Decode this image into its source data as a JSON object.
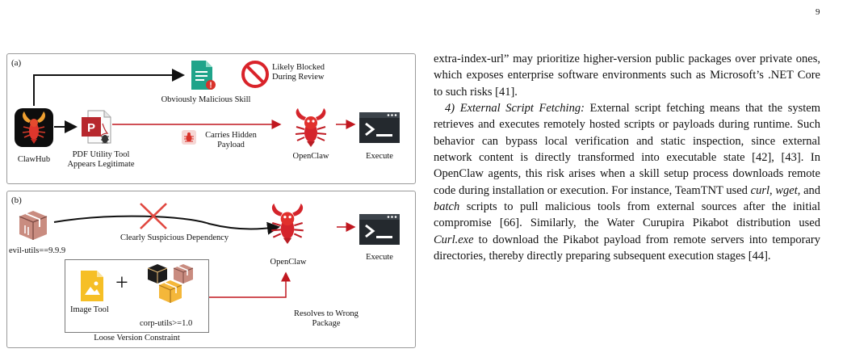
{
  "page": {
    "number": "9"
  },
  "figure": {
    "panel_a": {
      "tag": "(a)",
      "clawhub_label": "ClawHub",
      "pdf_tool_label_1": "PDF Utility Tool",
      "pdf_tool_label_2": "Appears Legitimate",
      "malicious_label": "Obviously Malicious Skill",
      "blocked_label_1": "Likely Blocked",
      "blocked_label_2": "During Review",
      "hidden_payload_label_1": "Carries Hidden",
      "hidden_payload_label_2": "Payload",
      "openclaw_label": "OpenClaw",
      "execute_label": "Execute"
    },
    "panel_b": {
      "tag": "(b)",
      "evil_utils_label": "evil-utils==9.9.9",
      "suspicious_label": "Clearly Suspicious Dependency",
      "openclaw_label": "OpenClaw",
      "execute_label": "Execute",
      "image_tool_label": "Image Tool",
      "plus_sign": "+",
      "corp_utils_label": "corp-utils>=1.0",
      "loose_label": "Loose Version Constraint",
      "resolves_label_1": "Resolves to Wrong",
      "resolves_label_2": "Package"
    },
    "colors": {
      "accent_red": "#c0171f",
      "dark_bg": "#24292e",
      "pdf_red": "#b7272d",
      "doc_teal": "#1fa48a",
      "box_tan": "#c98c80"
    },
    "icons": [
      "lobster-icon",
      "pdf-file-icon",
      "document-alert-icon",
      "prohibited-icon",
      "bug-icon",
      "terminal-icon",
      "package-box-icon",
      "image-file-icon",
      "cross-mark-icon"
    ]
  },
  "text": {
    "para1": "extra-index-url” may prioritize higher-version public packages over private ones, which exposes enterprise software environments such as Microsoft’s .NET Core to such risks [41].",
    "para2_heading": "4) External Script Fetching:",
    "para2_s1": " External script fetching means that the system retrieves and executes remotely hosted scripts or payloads during runtime. Such behavior can bypass local verification and static inspection, since external network content is directly transformed into executable state [42], [43]. In OpenClaw agents, this risk arises when a skill setup process downloads remote code during installation or execution. For instance, TeamTNT used ",
    "curl": "curl",
    "sep1": ", ",
    "wget": "wget",
    "sep2": ", and ",
    "batch": "batch",
    "para2_s2": " scripts to pull malicious tools from external sources after the initial compromise [66]. Similarly, the Water Curupira Pikabot distribution used ",
    "curlexe": "Curl.exe",
    "para2_s3": " to download the Pikabot payload from remote servers into temporary directories, thereby directly preparing subsequent execution stages [44]."
  }
}
